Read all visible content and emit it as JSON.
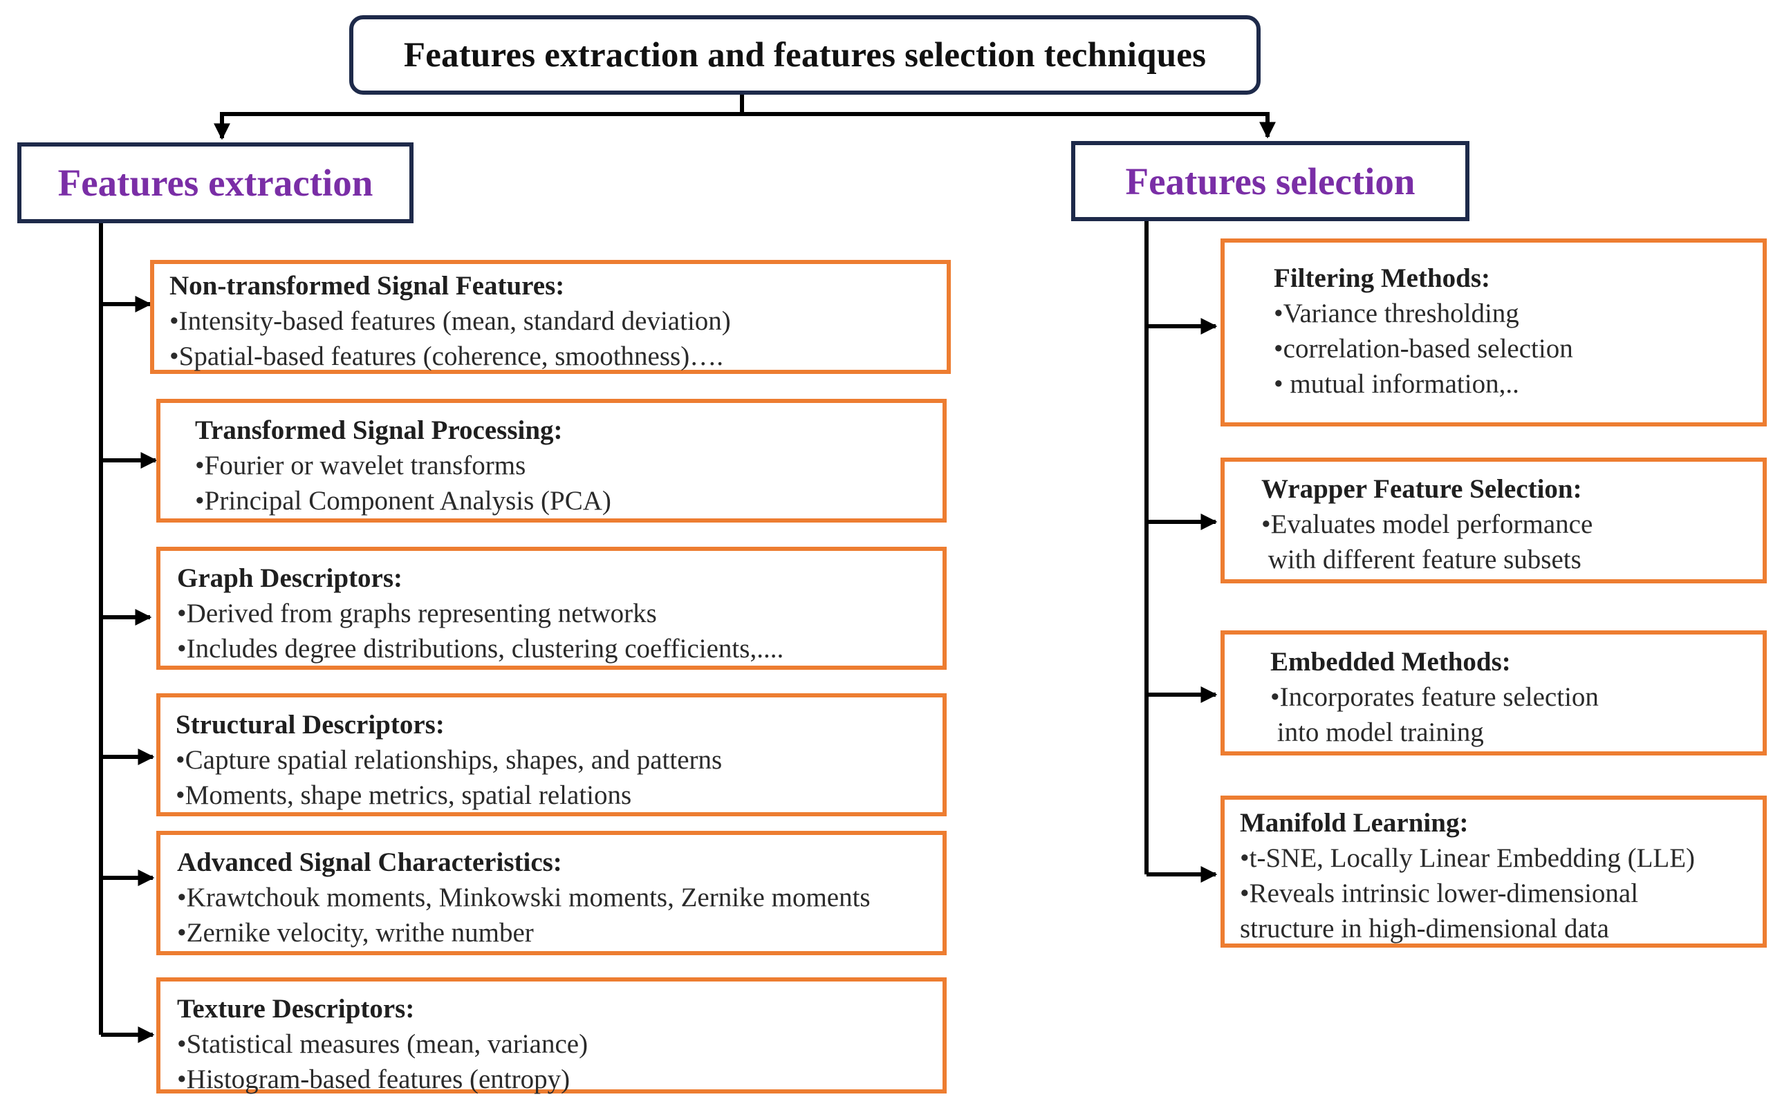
{
  "root": {
    "title": "Features extraction and features  selection techniques"
  },
  "extraction": {
    "title": "Features extraction",
    "items": [
      {
        "title": "Non-transformed Signal Features:",
        "lines": [
          "•Intensity-based features (mean, standard deviation)",
          "•Spatial-based features (coherence, smoothness)…."
        ]
      },
      {
        "title": "Transformed Signal Processing:",
        "lines": [
          "•Fourier or wavelet transforms",
          "•Principal Component Analysis (PCA)"
        ]
      },
      {
        "title": "Graph Descriptors:",
        "lines": [
          "•Derived from graphs representing networks",
          "•Includes degree distributions, clustering coefficients,...."
        ]
      },
      {
        "title": "Structural Descriptors:",
        "lines": [
          "•Capture spatial relationships, shapes, and patterns",
          "•Moments, shape metrics, spatial relations"
        ]
      },
      {
        "title": "Advanced Signal Characteristics:",
        "lines": [
          "•Krawtchouk moments, Minkowski moments, Zernike moments",
          "•Zernike velocity, writhe number"
        ]
      },
      {
        "title": "Texture Descriptors:",
        "lines": [
          "•Statistical measures (mean, variance)",
          "•Histogram-based features (entropy)"
        ]
      }
    ]
  },
  "selection": {
    "title": "Features selection",
    "items": [
      {
        "title": "Filtering Methods:",
        "lines": [
          "•Variance thresholding",
          "•correlation-based selection",
          "• mutual information,.."
        ]
      },
      {
        "title": "Wrapper Feature Selection:",
        "lines": [
          "•Evaluates model performance",
          " with different feature subsets"
        ]
      },
      {
        "title": "Embedded Methods:",
        "lines": [
          "•Incorporates feature selection",
          " into model training"
        ]
      },
      {
        "title": "Manifold Learning:",
        "lines": [
          "•t-SNE, Locally Linear Embedding (LLE)",
          "•Reveals intrinsic lower-dimensional",
          "structure in high-dimensional data"
        ]
      }
    ]
  },
  "colors": {
    "box_border": "#1e2a4a",
    "category_text": "#7a2ea6",
    "leaf_border": "#ed7d31",
    "connector": "#000000"
  }
}
